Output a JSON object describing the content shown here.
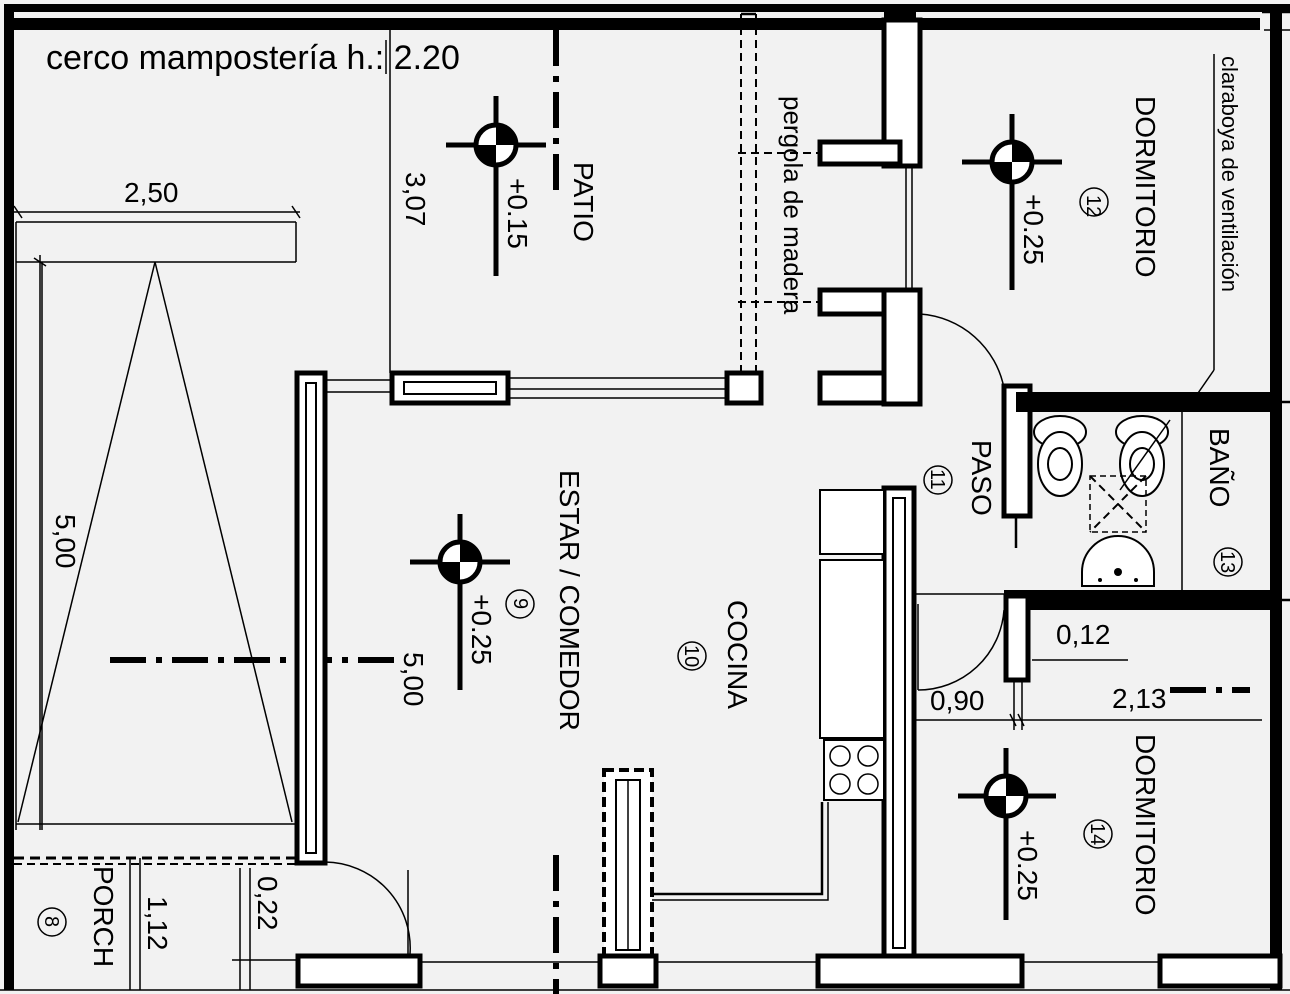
{
  "labels": {
    "fence": "cerco mampostería  h.: 2.20",
    "patio": "PATIO",
    "pergola": "pergola de madera",
    "dormitorio_top": "DORMITORIO",
    "claraboya": "claraboya de ventilación",
    "bano": "BAÑO",
    "paso": "PASO",
    "estar": "ESTAR / COMEDOR",
    "cocina": "COCINA",
    "dormitorio_bottom": "DORMITORIO",
    "porch": "PORCH"
  },
  "room_numbers": {
    "porch": "8",
    "estar": "9",
    "cocina": "10",
    "paso": "11",
    "dormitorio_top": "12",
    "bano": "13",
    "dormitorio_bottom": "14"
  },
  "levels": {
    "patio": "+0.15",
    "dormitorio_top": "+0.25",
    "estar": "+0.25",
    "dormitorio_bottom": "+0.25"
  },
  "dimensions": {
    "garage_width": "2,50",
    "garage_length": "5,00",
    "patio_depth": "3,07",
    "living_length": "5,00",
    "wall_012": "0,12",
    "door_090": "0,90",
    "room_213": "2,13",
    "porch_112": "1,12",
    "porch_022": "0,22"
  }
}
